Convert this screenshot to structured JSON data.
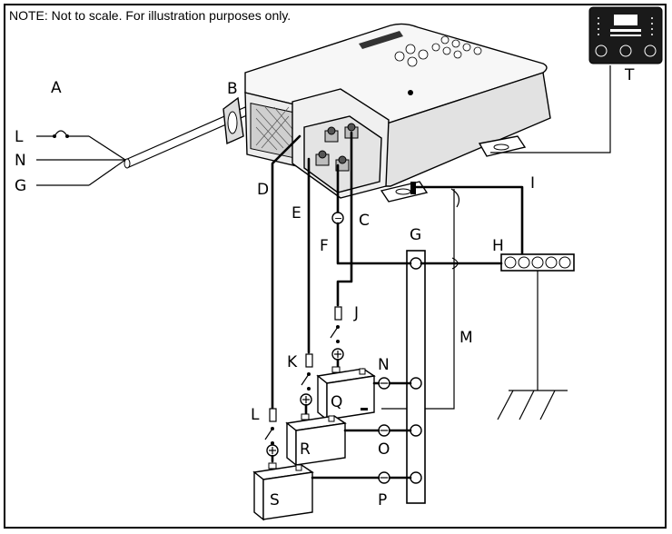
{
  "note": "NOTE: Not to scale. For illustration purposes only.",
  "labels": {
    "A": "A",
    "B": "B",
    "C": "C",
    "D": "D",
    "E": "E",
    "F": "F",
    "G": "G",
    "H": "H",
    "I": "I",
    "J": "J",
    "K": "K",
    "L": "L",
    "M": "M",
    "N": "N",
    "O": "O",
    "P": "P",
    "Q": "Q",
    "R": "R",
    "S": "S",
    "T": "T"
  },
  "ac_lines": {
    "line": "L",
    "neutral": "N",
    "ground": "G"
  },
  "colors": {
    "ink": "#000000",
    "background": "#ffffff",
    "panel": "#1a1a1a",
    "device": "#f4f4f4"
  }
}
